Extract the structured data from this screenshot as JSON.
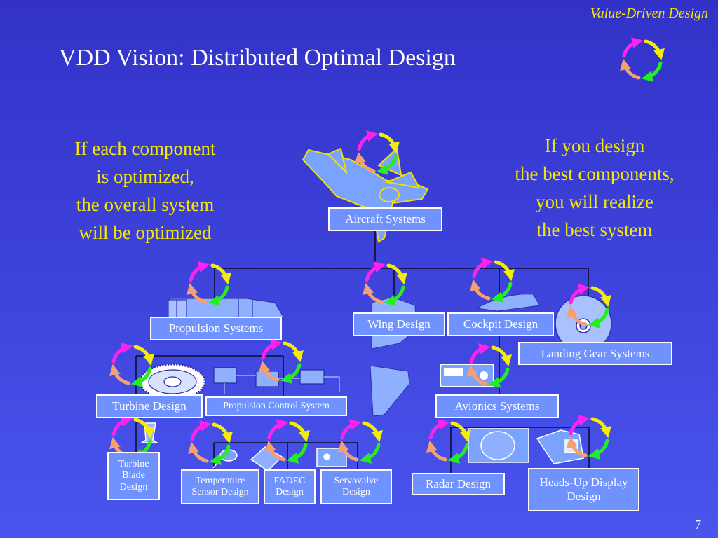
{
  "brand": "Value-Driven Design",
  "title": "VDD Vision:  Distributed Optimal Design",
  "left_text": [
    "If each component",
    "is optimized,",
    "the overall system",
    "will be optimized"
  ],
  "right_text": [
    "If you design",
    "the best components,",
    "you will realize",
    "the best system"
  ],
  "boxes": {
    "aircraft": "Aircraft Systems",
    "propulsion": "Propulsion Systems",
    "wing": "Wing Design",
    "cockpit": "Cockpit Design",
    "landing": "Landing Gear Systems",
    "turbine": "Turbine Design",
    "propctl": "Propulsion Control System",
    "avionics": "Avionics Systems",
    "blade": "Turbine Blade Design",
    "temp": "Temperature Sensor Design",
    "fadec": "FADEC Design",
    "servo": "Servovalve Design",
    "radar": "Radar Design",
    "hud": "Heads-Up Display Design"
  },
  "page_number": "7",
  "colors": {
    "background": "#3a40d8",
    "accent_text": "#f5e800",
    "box_fill": "#6f92ff",
    "cycle_magenta": "#ff22ee",
    "cycle_yellow": "#f4ee00",
    "cycle_green": "#22ee22",
    "cycle_orange": "#f4a070"
  },
  "icons": [
    "cycle-arrows-icon",
    "jet-aircraft-icon",
    "turbine-engine-icon",
    "wing-icon",
    "cockpit-canopy-icon",
    "wheel-icon",
    "turbine-disk-icon",
    "control-schematic-icon",
    "avionics-unit-icon",
    "turbine-blade-icon",
    "sensor-icon",
    "fadec-unit-icon",
    "servovalve-icon",
    "radar-panel-icon",
    "hud-display-icon"
  ]
}
